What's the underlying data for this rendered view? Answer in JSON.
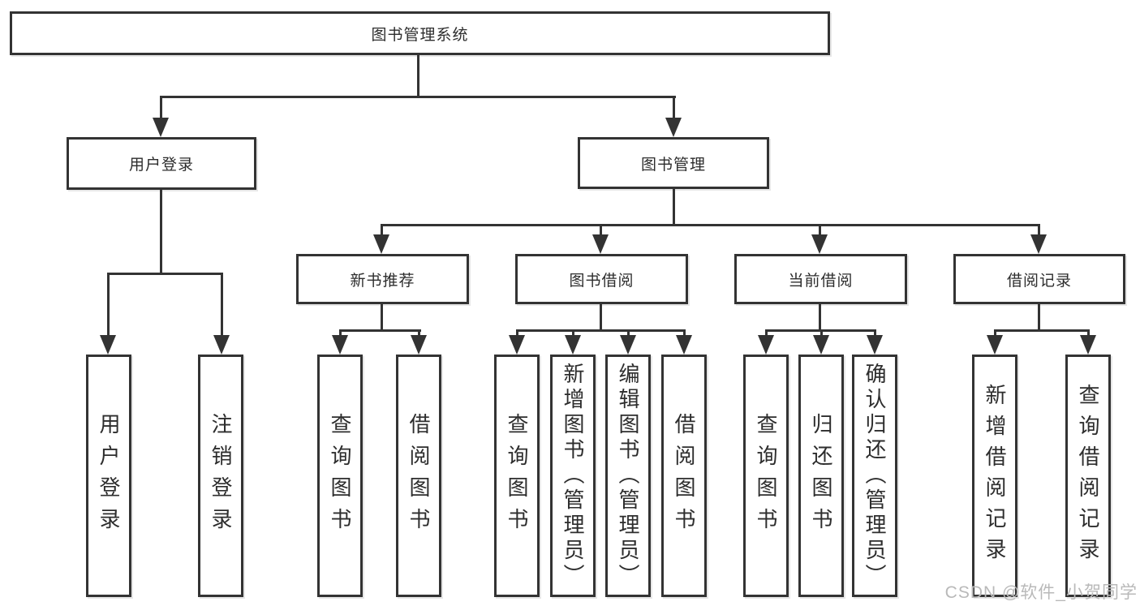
{
  "nodes": {
    "root": {
      "label": "图书管理系统"
    },
    "level2": [
      {
        "label": "用户登录"
      },
      {
        "label": "图书管理"
      }
    ],
    "level3": [
      {
        "label": "新书推荐"
      },
      {
        "label": "图书借阅"
      },
      {
        "label": "当前借阅"
      },
      {
        "label": "借阅记录"
      }
    ],
    "leaves": [
      {
        "label": "用户登录"
      },
      {
        "label": "注销登录"
      },
      {
        "label": "查询图书"
      },
      {
        "label": "借阅图书"
      },
      {
        "label": "查询图书"
      },
      {
        "label": "新增图书（管理员）"
      },
      {
        "label": "编辑图书（管理员）"
      },
      {
        "label": "借阅图书"
      },
      {
        "label": "查询图书"
      },
      {
        "label": "归还图书"
      },
      {
        "label": "确认归还（管理员）"
      },
      {
        "label": "新增借阅记录"
      },
      {
        "label": "查询借阅记录"
      }
    ]
  },
  "watermark": {
    "text": "CSDN @软件_小贺同学"
  },
  "colors": {
    "line": "#333333",
    "box-bg": "#ffffff",
    "text": "#2d2d2d",
    "watermark": "#b9b9b9",
    "canvas-bg": "#ffffff"
  }
}
